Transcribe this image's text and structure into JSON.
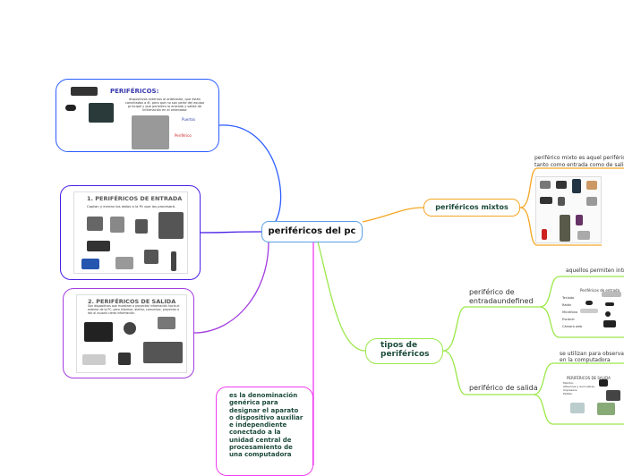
{
  "central": {
    "label": "periféricos del pc"
  },
  "image_nodes": {
    "perifericos": {
      "title": "PERIFÉRICOS:",
      "text": "dispositivos externos al ordenador, que están conectados a él, pero que no son parte del equipo principal y que permiten la entrada y salida de información en el ordenador",
      "label_puertos": "Puertos",
      "label_periferico": "Periférico"
    },
    "entrada": {
      "title": "1. PERIFÉRICOS DE ENTRADA",
      "subtitle": "Captan y envían los datos a la Pc que los procesará."
    },
    "salida": {
      "title": "2. PERIFÉRICOS DE SALIDA",
      "subtitle": "Son dispositivos que muestran o proyectan información hacia el exterior de la PC, para informar, alertar, comunicar, proyectar o dar al usuario cierta información."
    }
  },
  "definition": {
    "text": "es la denominación genérica para designar el aparato o dispositivo auxiliar e independiente conectado a la unidad central de procesamiento de una computadora"
  },
  "mixtos": {
    "label": "periféricos mixtos",
    "desc_line1": "periférico mixto es aquel periférico q",
    "desc_line2": "tanto como entrada como de salida"
  },
  "tipos": {
    "label": "tipos de periféricos",
    "entrada": {
      "label_line1": "periférico de",
      "label_line2": "entradaundefined",
      "desc": "aquellos permiten intro",
      "img_title": "Periféricos de entrada",
      "img_items": [
        "Teclado",
        "Ratón",
        "Micrófono",
        "Escáner",
        "Cámara web"
      ]
    },
    "salida": {
      "label": "periférico de salida",
      "desc_line1": "se utilizan para observar o",
      "desc_line2": "en la computadora",
      "img_title": "PERIFÉRICOS DE SALIDA",
      "img_items": [
        "Monitor.",
        "Altavoces y auriculares.",
        "Impresora.",
        "Plotter."
      ]
    }
  },
  "colors": {
    "blue": "#2b5cff",
    "indigo": "#4b1fe6",
    "purple": "#a23ce0",
    "magenta": "#f03cf0",
    "orange": "#f5a623",
    "green": "#9be84a",
    "central": "#5aa0e6",
    "text_dark": "#1b4a3a"
  }
}
